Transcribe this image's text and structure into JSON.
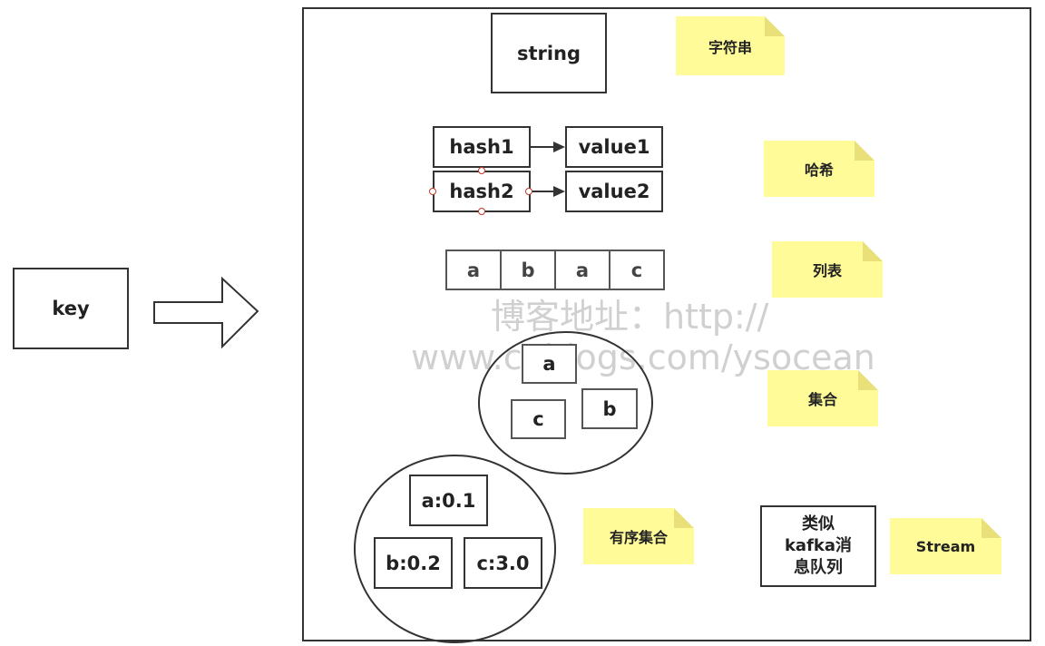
{
  "key_label": "key",
  "types": {
    "string": {
      "box": "string",
      "note": "字符串"
    },
    "hash": {
      "rows": [
        {
          "field": "hash1",
          "value": "value1"
        },
        {
          "field": "hash2",
          "value": "value2"
        }
      ],
      "note": "哈希"
    },
    "list": {
      "cells": [
        "a",
        "b",
        "a",
        "c"
      ],
      "note": "列表"
    },
    "set": {
      "members": [
        "a",
        "c",
        "b"
      ],
      "note": "集合"
    },
    "zset": {
      "members": [
        "a:0.1",
        "b:0.2",
        "c:3.0"
      ],
      "note": "有序集合"
    },
    "stream": {
      "box_lines": [
        "类似",
        "kafka消",
        "息队列"
      ],
      "note": "Stream"
    }
  },
  "watermark": {
    "line1": "博客地址：http://",
    "line2": "www.cnblogs.com/ysocean"
  }
}
